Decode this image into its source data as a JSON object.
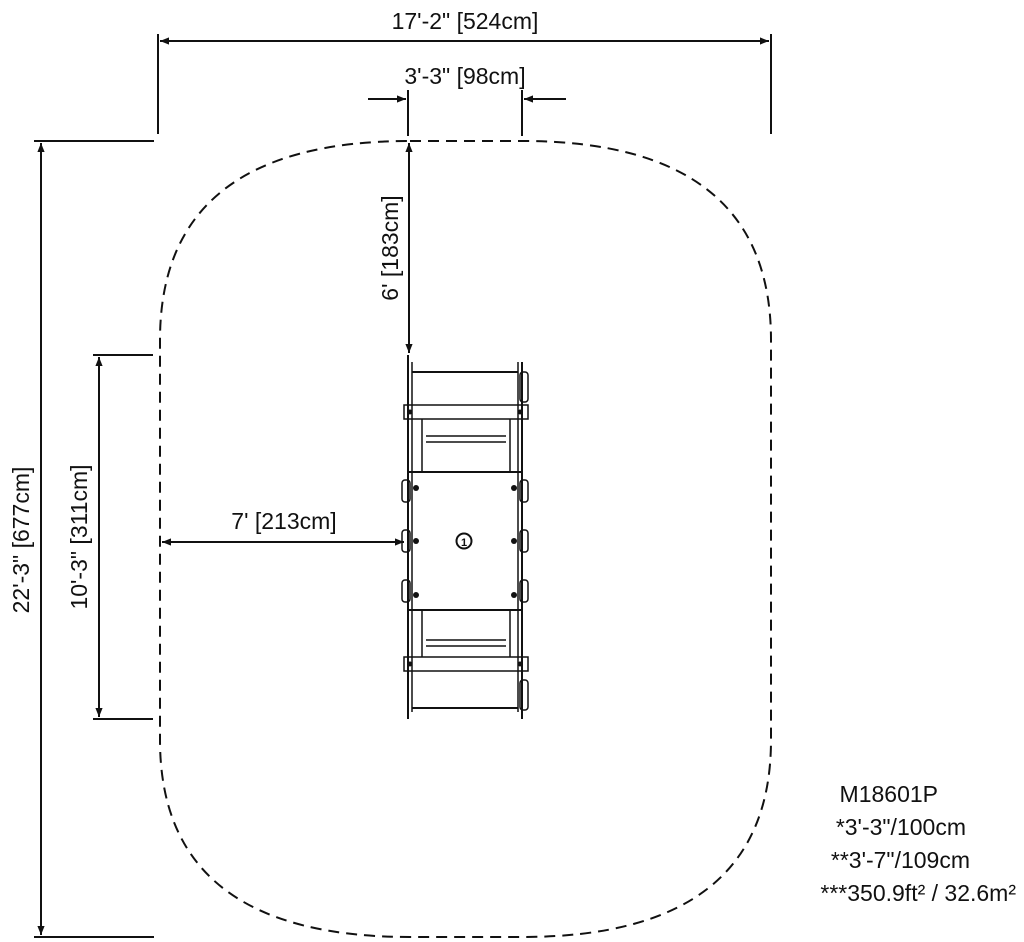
{
  "dimensions": {
    "overall_width": "17'-2\" [524cm]",
    "inner_width": "3'-3\" [98cm]",
    "overall_length": "22'-3\" [677cm]",
    "equipment_length": "10'-3\" [311cm]",
    "front_clearance": "6' [183cm]",
    "side_clearance": "7' [213cm]"
  },
  "product": {
    "model": "M18601P",
    "height_1": "*3'-3\"/100cm",
    "height_2": "**3'-7\"/109cm",
    "area": "***350.9ft² / 32.6m²"
  },
  "icons": {
    "center_marker": "numbered-circle-1"
  },
  "colors": {
    "line": "#111111",
    "background": "#ffffff"
  },
  "center_marker_label": "1"
}
